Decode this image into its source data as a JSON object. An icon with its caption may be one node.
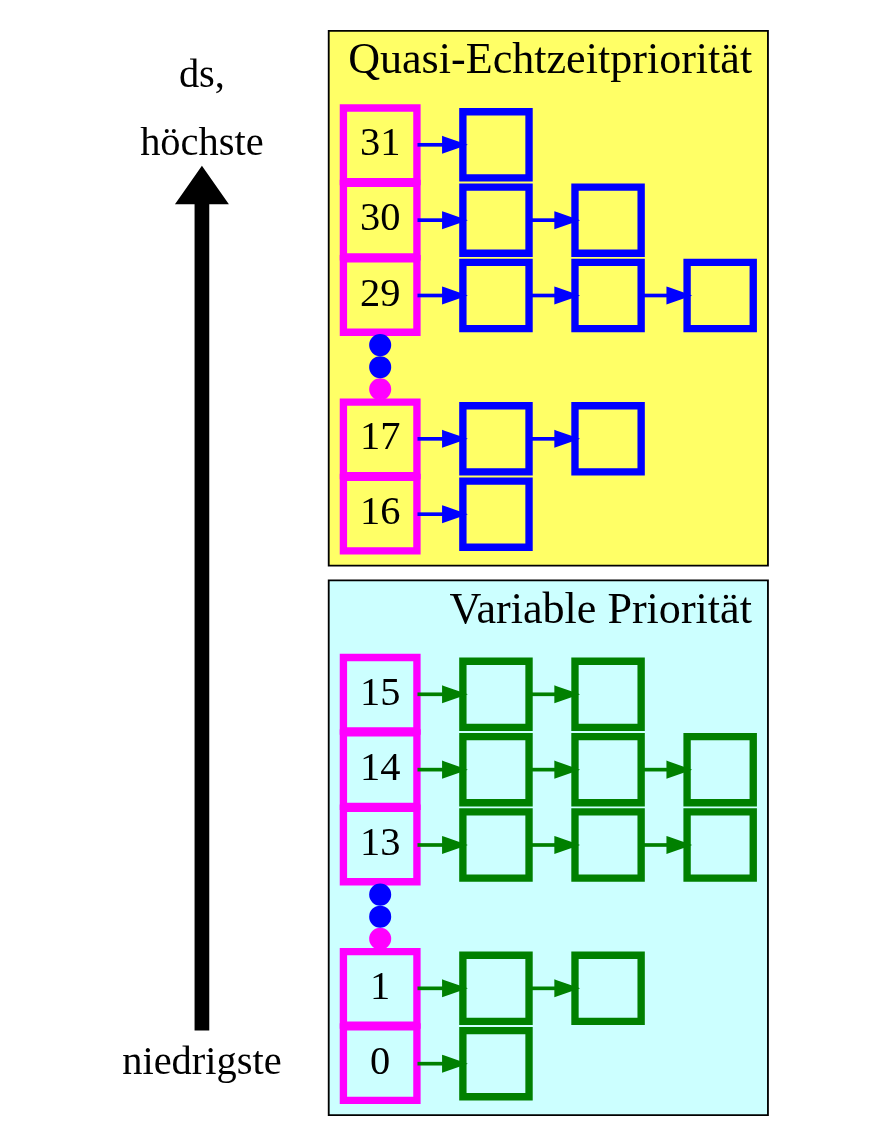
{
  "diagram": {
    "nodes": [
      {
        "text": [
          "höchste"
        ]
      },
      {
        "text": [
          "Quasi-Echtzeitpriorität"
        ]
      },
      {
        "text": [
          "31"
        ],
        "in": 1
      },
      {
        "text": [],
        "shape": "box",
        "in": 1
      },
      {
        "text": [
          "30"
        ],
        "in": 1
      },
      {
        "text": [],
        "shape": "box",
        "in": 1
      },
      {
        "text": [],
        "shape": "box",
        "in": 1
      },
      {
        "text": [
          "29"
        ],
        "in": 1
      },
      {
        "text": [],
        "shape": "box",
        "in": 1
      },
      {
        "text": [],
        "shape": "box",
        "in": 1
      },
      {
        "text": [],
        "shape": "box",
        "in": 1
      },
      {
        "text": [
          "17"
        ],
        "in": 1
      },
      {
        "text": [],
        "shape": "box",
        "in": 1
      },
      {
        "text": [],
        "shape": "box",
        "in": 1
      },
      {
        "text": [
          "16"
        ],
        "in": 1
      },
      {
        "text": [],
        "shape": "box",
        "in": 1
      },
      {
        "text": [
          "Variable Priorität"
        ]
      },
      {
        "text": [
          "15"
        ],
        "in": 16
      },
      {
        "text": [],
        "shape": "box",
        "in": 16
      },
      {
        "text": [],
        "shape": "box",
        "in": 16
      },
      {
        "text": [
          "14"
        ],
        "in": 16
      },
      {
        "text": [],
        "shape": "box",
        "in": 16
      },
      {
        "text": [],
        "shape": "box",
        "in": 16
      },
      {
        "text": [],
        "shape": "box",
        "in": 16
      },
      {
        "text": [
          "13"
        ],
        "in": 16
      },
      {
        "text": [],
        "shape": "box",
        "in": 16
      },
      {
        "text": [],
        "shape": "box",
        "in": 16
      },
      {
        "text": [],
        "shape": "box",
        "in": 16
      },
      {
        "text": [
          "1"
        ],
        "in": 16
      },
      {
        "text": [],
        "shape": "box",
        "in": 16
      },
      {
        "text": [],
        "shape": "box",
        "in": 16
      },
      {
        "text": [
          "0"
        ],
        "in": 16
      },
      {
        "text": [],
        "shape": "box",
        "in": 16
      },
      {
        "text": [
          "niedrigste"
        ]
      },
      {
        "text": [],
        "shape": "circle",
        "in": 1
      },
      {
        "text": [],
        "shape": "circle",
        "in": 1
      },
      {
        "text": [],
        "shape": "circle",
        "in": 1
      },
      {
        "text": [],
        "shape": "circle",
        "in": 16
      },
      {
        "text": [],
        "shape": "circle",
        "in": 16
      },
      {
        "text": [],
        "shape": "circle",
        "in": 16
      }
    ],
    "edges": [
      {
        "from": 2,
        "to": 3,
        "arrow": "to",
        "color": "#0000ff"
      },
      {
        "from": 4,
        "to": 5,
        "arrow": "to",
        "color": "#0000ff"
      },
      {
        "from": 5,
        "to": 6,
        "arrow": "to",
        "color": "#0000ff"
      },
      {
        "from": 7,
        "to": 8,
        "arrow": "to",
        "color": "#0000ff"
      },
      {
        "from": 8,
        "to": 9,
        "arrow": "to",
        "color": "#0000ff"
      },
      {
        "from": 9,
        "to": 10,
        "arrow": "to",
        "color": "#0000ff"
      },
      {
        "from": 11,
        "to": 12,
        "arrow": "to",
        "color": "#0000ff"
      },
      {
        "from": 12,
        "to": 13,
        "arrow": "to",
        "color": "#0000ff"
      },
      {
        "from": 14,
        "to": 15,
        "arrow": "to",
        "color": "#0000ff"
      },
      {
        "from": 17,
        "to": 18,
        "arrow": "to",
        "color": "#008000"
      },
      {
        "from": 18,
        "to": 19,
        "arrow": "to",
        "color": "#008000"
      },
      {
        "from": 20,
        "to": 21,
        "arrow": "to",
        "color": "#008000"
      },
      {
        "from": 21,
        "to": 22,
        "arrow": "to",
        "color": "#008000"
      },
      {
        "from": 22,
        "to": 23,
        "arrow": "to",
        "color": "#008000"
      },
      {
        "from": 24,
        "to": 25,
        "arrow": "to",
        "color": "#008000"
      },
      {
        "from": 25,
        "to": 26,
        "arrow": "to",
        "color": "#008000"
      },
      {
        "from": 26,
        "to": 27,
        "arrow": "to",
        "color": "#008000"
      },
      {
        "from": 28,
        "to": 29,
        "arrow": "to",
        "color": "#008000"
      },
      {
        "from": 29,
        "to": 30,
        "arrow": "to",
        "color": "#008000"
      },
      {
        "from": 31,
        "to": 32,
        "arrow": "to",
        "color": "#008000"
      },
      {
        "from": 33,
        "to": 0,
        "arrow": "to",
        "style": "thick",
        "color": "#000000"
      }
    ],
    "labels": [
      "ds,"
    ]
  }
}
